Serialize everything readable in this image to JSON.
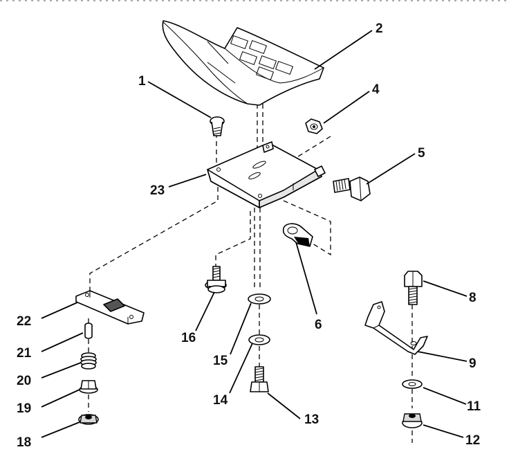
{
  "callouts": {
    "c1": "1",
    "c2": "2",
    "c4": "4",
    "c5": "5",
    "c6": "6",
    "c8": "8",
    "c9": "9",
    "c11": "11",
    "c12": "12",
    "c13": "13",
    "c14": "14",
    "c15": "15",
    "c16": "16",
    "c18": "18",
    "c19": "19",
    "c20": "20",
    "c21": "21",
    "c22": "22",
    "c23": "23"
  }
}
